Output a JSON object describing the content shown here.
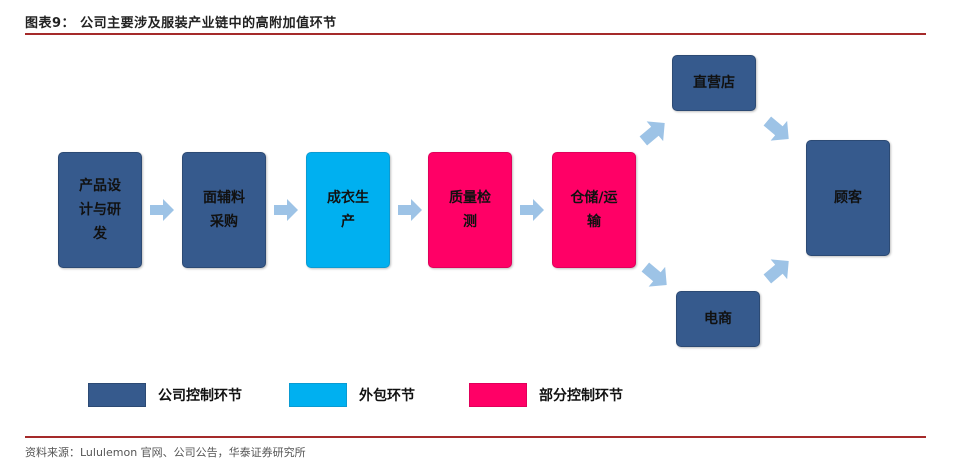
{
  "title": "图表9：  公司主要涉及服装产业链中的高附加值环节",
  "source": "资料来源：Lululemon 官网、公司公告，华泰证券研究所",
  "colors": {
    "company_control": "#365a8d",
    "outsourced": "#00b0f0",
    "partial_control": "#ff0066",
    "arrow": "#9dc3e6",
    "rule": "#a52a2a"
  },
  "nodes": {
    "design": "产品设计与研发",
    "materials": "面辅料采购",
    "garment": "成衣生产",
    "qc": "质量检测",
    "logistics": "仓储/运输",
    "retail": "直营店",
    "ecommerce": "电商",
    "customer": "顾客"
  },
  "legend": {
    "company_control": "公司控制环节",
    "outsourced": "外包环节",
    "partial_control": "部分控制环节"
  }
}
